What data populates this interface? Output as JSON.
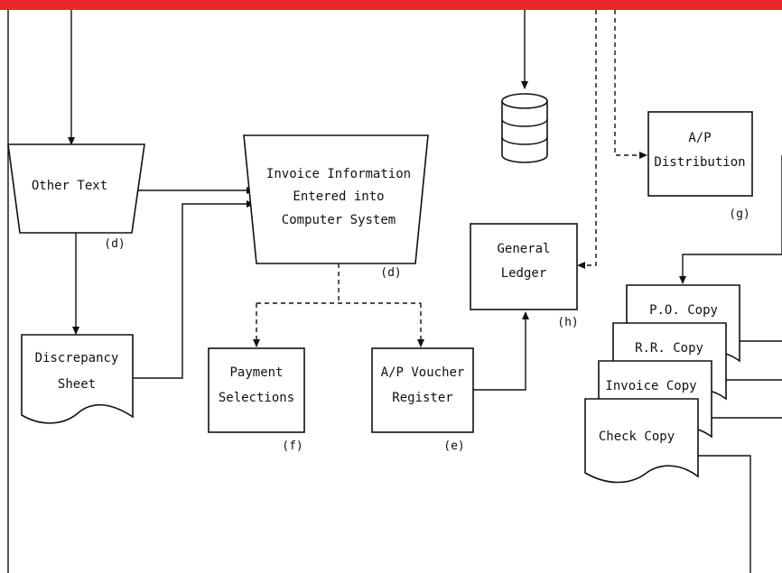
{
  "colors": {
    "header_band": "#e8282b",
    "ink": "#111111",
    "paper": "#ffffff"
  },
  "nodes": {
    "other_text": {
      "label": "Other Text",
      "ref": "(d)"
    },
    "invoice_entry": {
      "line1": "Invoice Information",
      "line2": "Entered into",
      "line3": "Computer System",
      "ref": "(d)"
    },
    "ap_distribution": {
      "line1": "A/P",
      "line2": "Distribution",
      "ref": "(g)"
    },
    "general_ledger": {
      "line1": "General",
      "line2": "Ledger",
      "ref": "(h)"
    },
    "discrepancy_sheet": {
      "line1": "Discrepancy",
      "line2": "Sheet"
    },
    "payment_selections": {
      "line1": "Payment",
      "line2": "Selections",
      "ref": "(f)"
    },
    "ap_voucher_register": {
      "line1": "A/P Voucher",
      "line2": "Register",
      "ref": "(e)"
    },
    "po_copy": {
      "label": "P.O. Copy"
    },
    "rr_copy": {
      "label": "R.R. Copy"
    },
    "invoice_copy": {
      "label": "Invoice Copy"
    },
    "check_copy": {
      "label": "Check Copy"
    }
  },
  "icons": {
    "database": "database-cylinder-icon"
  }
}
